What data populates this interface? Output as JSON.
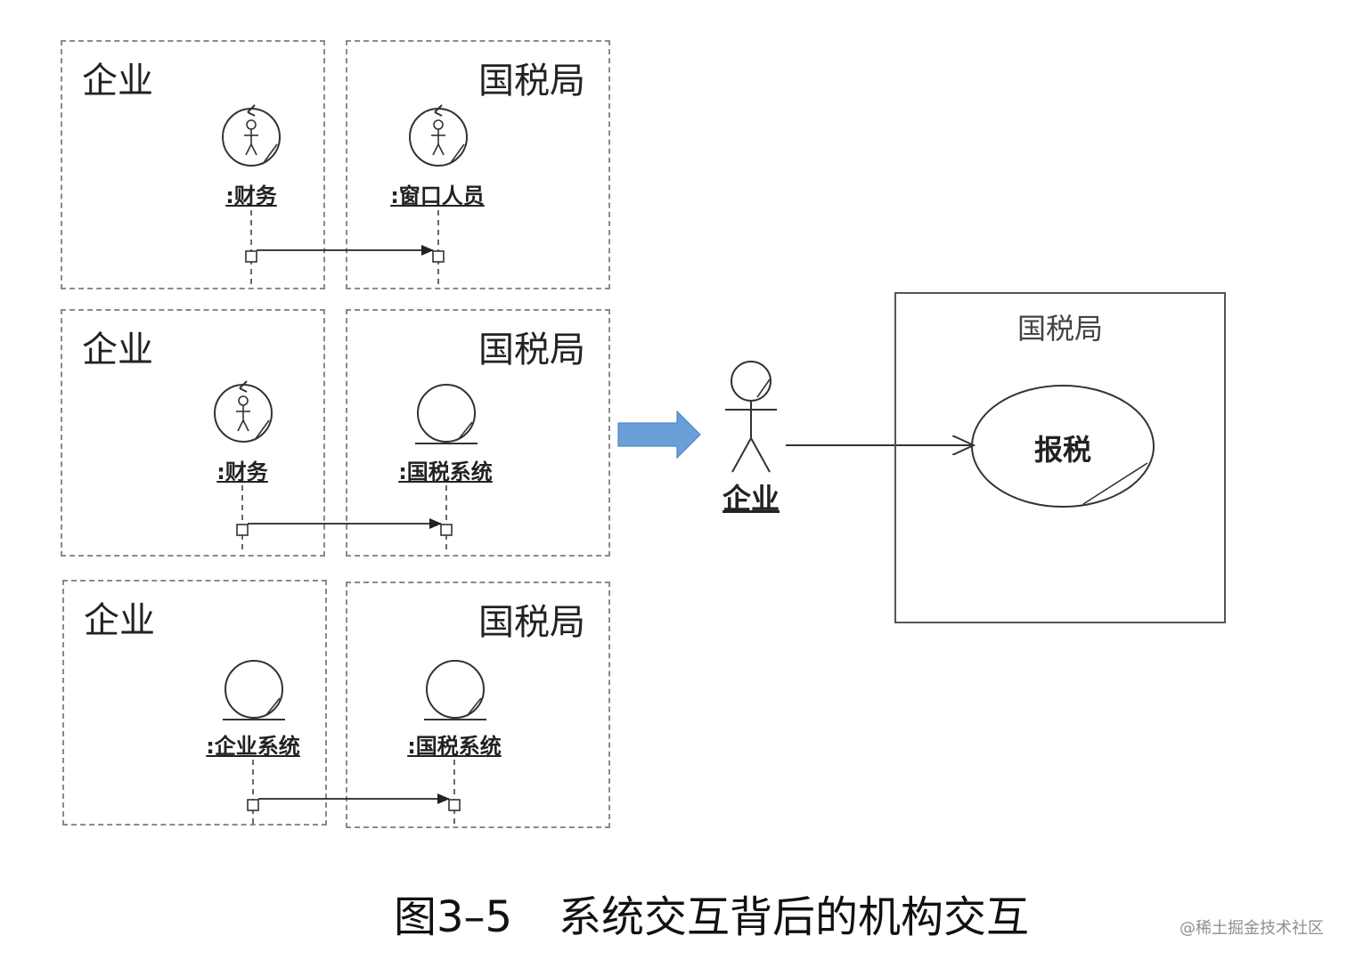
{
  "panels": [
    {
      "left_box": {
        "title": "企业",
        "object": {
          "label": ":财务",
          "kind": "worker"
        }
      },
      "right_box": {
        "title": "国税局",
        "object": {
          "label": ":窗口人员",
          "kind": "worker"
        }
      }
    },
    {
      "left_box": {
        "title": "企业",
        "object": {
          "label": ":财务",
          "kind": "worker"
        }
      },
      "right_box": {
        "title": "国税局",
        "object": {
          "label": ":国税系统",
          "kind": "entity"
        }
      }
    },
    {
      "left_box": {
        "title": "企业",
        "object": {
          "label": ":企业系统",
          "kind": "entity"
        }
      },
      "right_box": {
        "title": "国税局",
        "object": {
          "label": ":国税系统",
          "kind": "entity"
        }
      }
    }
  ],
  "arrow_color": "#6a9fd8",
  "use_case_view": {
    "boundary_title": "国税局",
    "actor_label": "企业",
    "use_case_label": "报税"
  },
  "caption": {
    "figure_no": "图3–5",
    "text": "系统交互背后的机构交互"
  },
  "watermark": "@稀土掘金技术社区"
}
